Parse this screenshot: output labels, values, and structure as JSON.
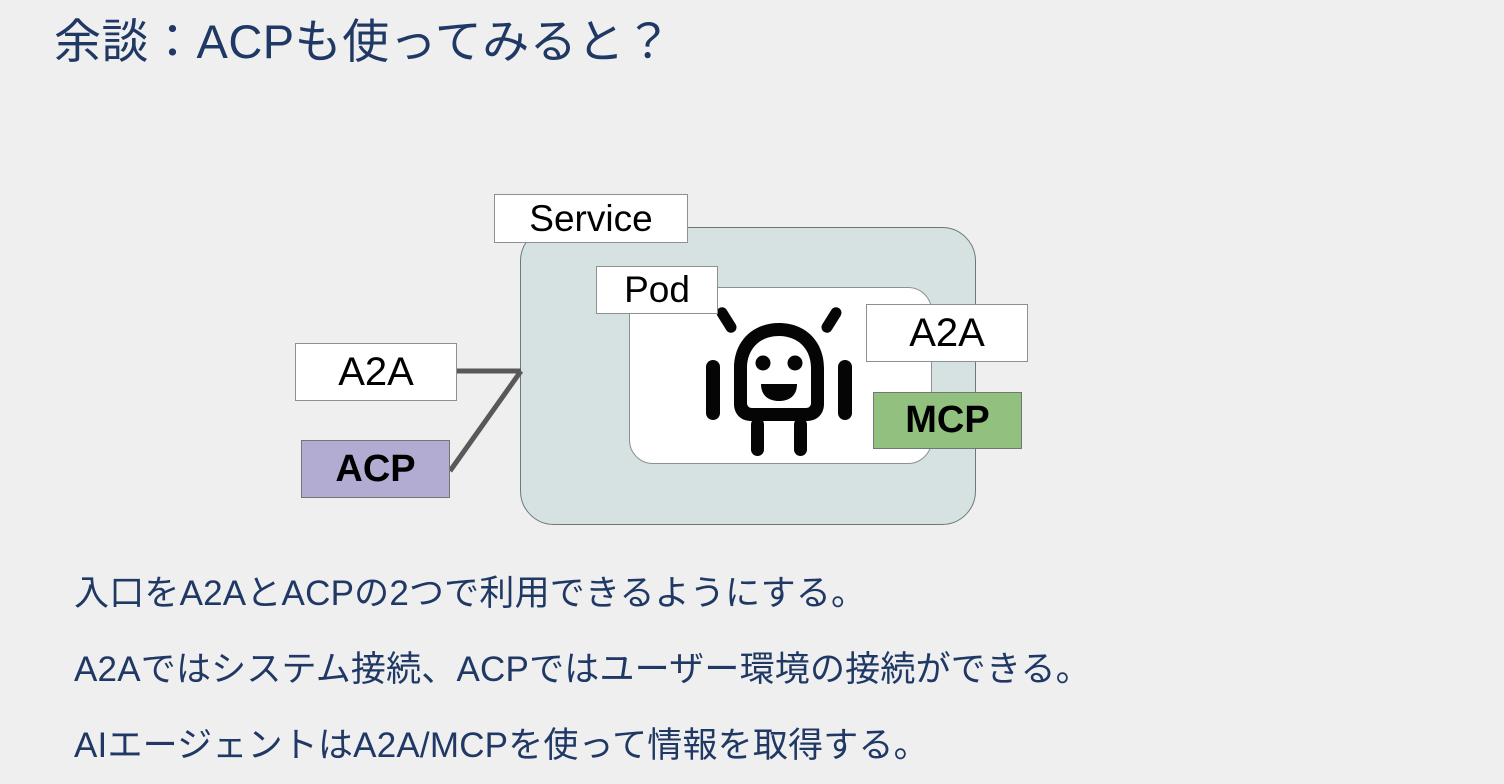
{
  "slide": {
    "title": "余談：ACPも使ってみると？",
    "background_color": "#efeff0",
    "title_color": "#1f3864"
  },
  "diagram": {
    "containers": [
      {
        "name": "service",
        "label": "Service",
        "fill": "#d6e1e1",
        "border": "#6f7777"
      },
      {
        "name": "pod",
        "label": "Pod",
        "fill": "#ffffff",
        "border": "#8c9090"
      }
    ],
    "labels": {
      "service": "Service",
      "pod": "Pod",
      "a2a_left": "A2A",
      "a2a_right": "A2A",
      "acp": "ACP",
      "mcp": "MCP"
    },
    "colors": {
      "acp_fill": "#b2abd2",
      "mcp_fill": "#92c07f",
      "chip_fill": "#ffffff",
      "chip_border": "#8c9090",
      "connector": "#595959"
    },
    "icon": "android-robot-icon",
    "connectors": [
      {
        "from": "a2a-left",
        "to": "service-edge"
      },
      {
        "from": "acp",
        "to": "service-edge"
      }
    ]
  },
  "bullets": [
    "入口をA2AとACPの2つで利用できるようにする。",
    "A2Aではシステム接続、ACPではユーザー環境の接続ができる。",
    "AIエージェントはA2A/MCPを使って情報を取得する。"
  ]
}
